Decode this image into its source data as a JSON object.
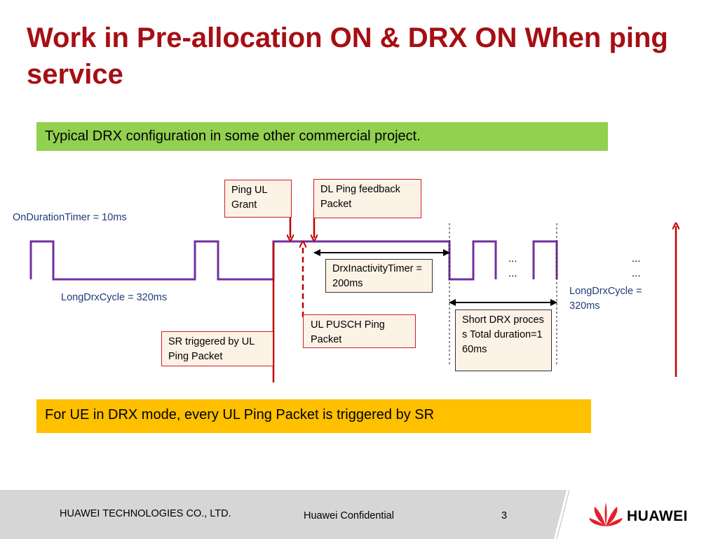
{
  "slide": {
    "title": "Work in Pre-allocation ON & DRX ON When ping service",
    "banner_top": "Typical DRX configuration in some other commercial project.",
    "banner_bottom": "For UE in DRX mode, every UL Ping Packet is triggered by SR"
  },
  "diagram": {
    "labels": {
      "on_duration": "OnDurationTimer = 10ms",
      "long_drx_left": "LongDrxCycle = 320ms",
      "long_drx_right": "LongDrxCycle = 320ms",
      "dots": "..."
    },
    "boxes": {
      "ping_ul_grant": "Ping UL Grant",
      "dl_ping_feedback": "DL Ping feedback Packet",
      "drx_inactivity": "DrxInactivityTimer = 200ms",
      "ul_pusch": "UL PUSCH Ping Packet",
      "sr_triggered": "SR triggered by UL Ping Packet",
      "short_drx": "Short DRX process Total duration=160ms"
    }
  },
  "footer": {
    "company": "HUAWEI TECHNOLOGIES CO., LTD.",
    "confidential": "Huawei Confidential",
    "page_number": "3",
    "logo_text": "HUAWEI"
  },
  "colors": {
    "title": "#a50f14",
    "signal": "#7030a0",
    "arrow": "#c00000",
    "banner_green": "#92d050",
    "banner_yellow": "#ffc000",
    "label_blue": "#1f3c7a"
  }
}
